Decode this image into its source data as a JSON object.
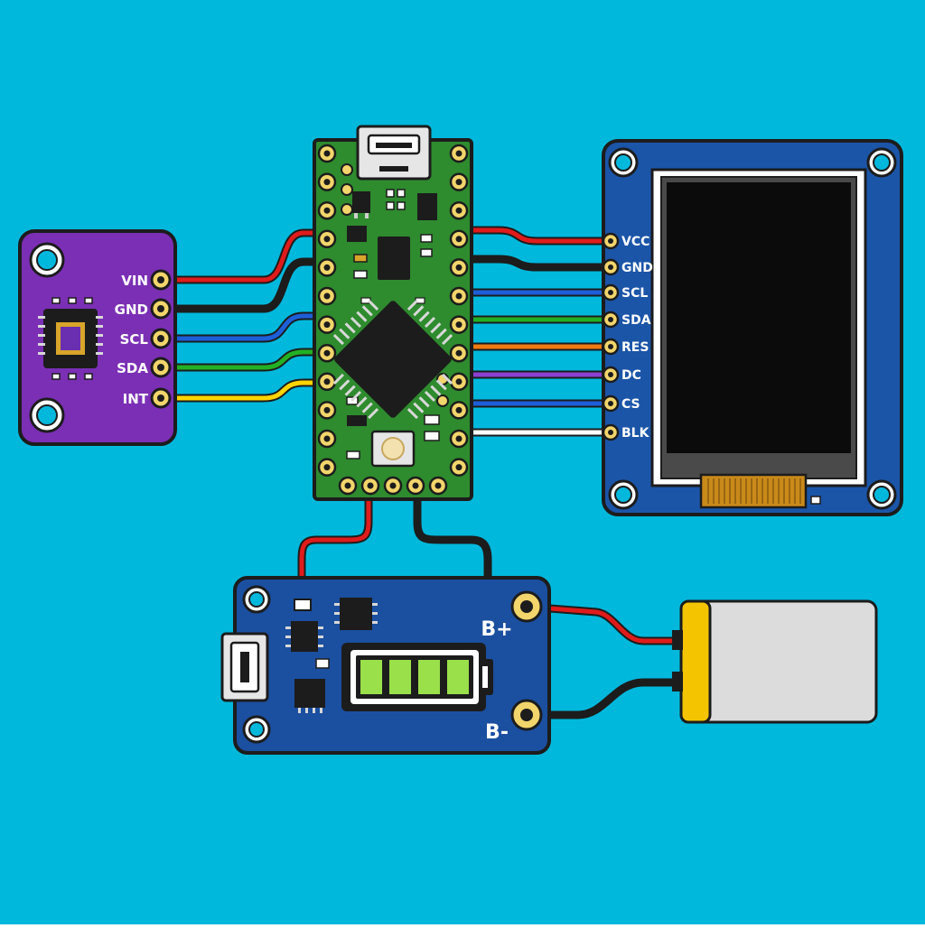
{
  "colors": {
    "background": "#00b8dc",
    "outline": "#1c1c1c",
    "sensor_board": "#7b2fb5",
    "mcu_board": "#2e8b2e",
    "display_board": "#1b55a8",
    "charger_board": "#1b4fa0",
    "screen": "#0b0b0b",
    "pad_gold": "#f2d56b",
    "wire_red": "#e01b1b",
    "wire_black": "#1c1c1c",
    "wire_blue": "#1e5fd8",
    "wire_green": "#23b024",
    "wire_yellow": "#ffd400",
    "wire_orange": "#f07a10",
    "wire_purple": "#8a3fd1",
    "wire_white": "#ffffff",
    "battery_cell": "#9ae04a",
    "lipo_yellow": "#f5c400",
    "lipo_body": "#dcdcdc"
  },
  "sensor": {
    "pins": [
      "VIN",
      "GND",
      "SCL",
      "SDA",
      "INT"
    ]
  },
  "display": {
    "pins": [
      "VCC",
      "GND",
      "SCL",
      "SDA",
      "RES",
      "DC",
      "CS",
      "BLK"
    ]
  },
  "charger": {
    "terminal_pos": "B+",
    "terminal_neg": "B-",
    "charge_bars": 4
  },
  "icons": {
    "usb_port": "micro-usb-icon",
    "battery": "battery-level-icon",
    "chip": "chip-icon",
    "reset": "reset-button-icon"
  }
}
